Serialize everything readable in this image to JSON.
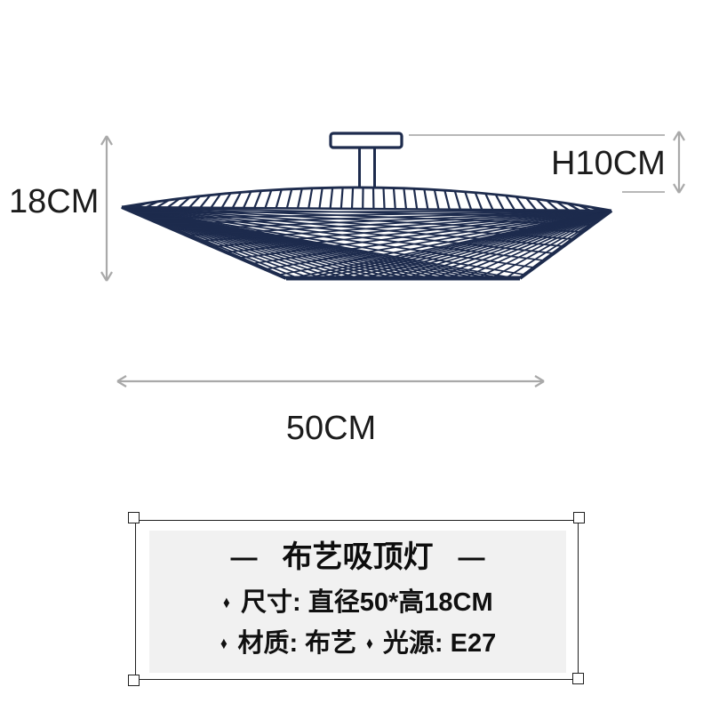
{
  "dimensions": {
    "height_label": "18CM",
    "canopy_height_label": "H10CM",
    "diameter_label": "50CM"
  },
  "product": {
    "title": "布艺吸顶灯",
    "title_dash": "—",
    "bullet_icon": "♦",
    "specs": {
      "size": "尺寸: 直径50*高18CM",
      "material": "材质: 布艺",
      "light_source": "光源: E27"
    }
  },
  "colors": {
    "lamp_line": "#1d2b4d",
    "arrow": "#a9a9a9",
    "ref_line": "#b8b8b8",
    "dim_text": "#1c1c1c",
    "frame": "#1f1f1f",
    "panel_bg": "#f1f1f1",
    "background": "#ffffff"
  }
}
